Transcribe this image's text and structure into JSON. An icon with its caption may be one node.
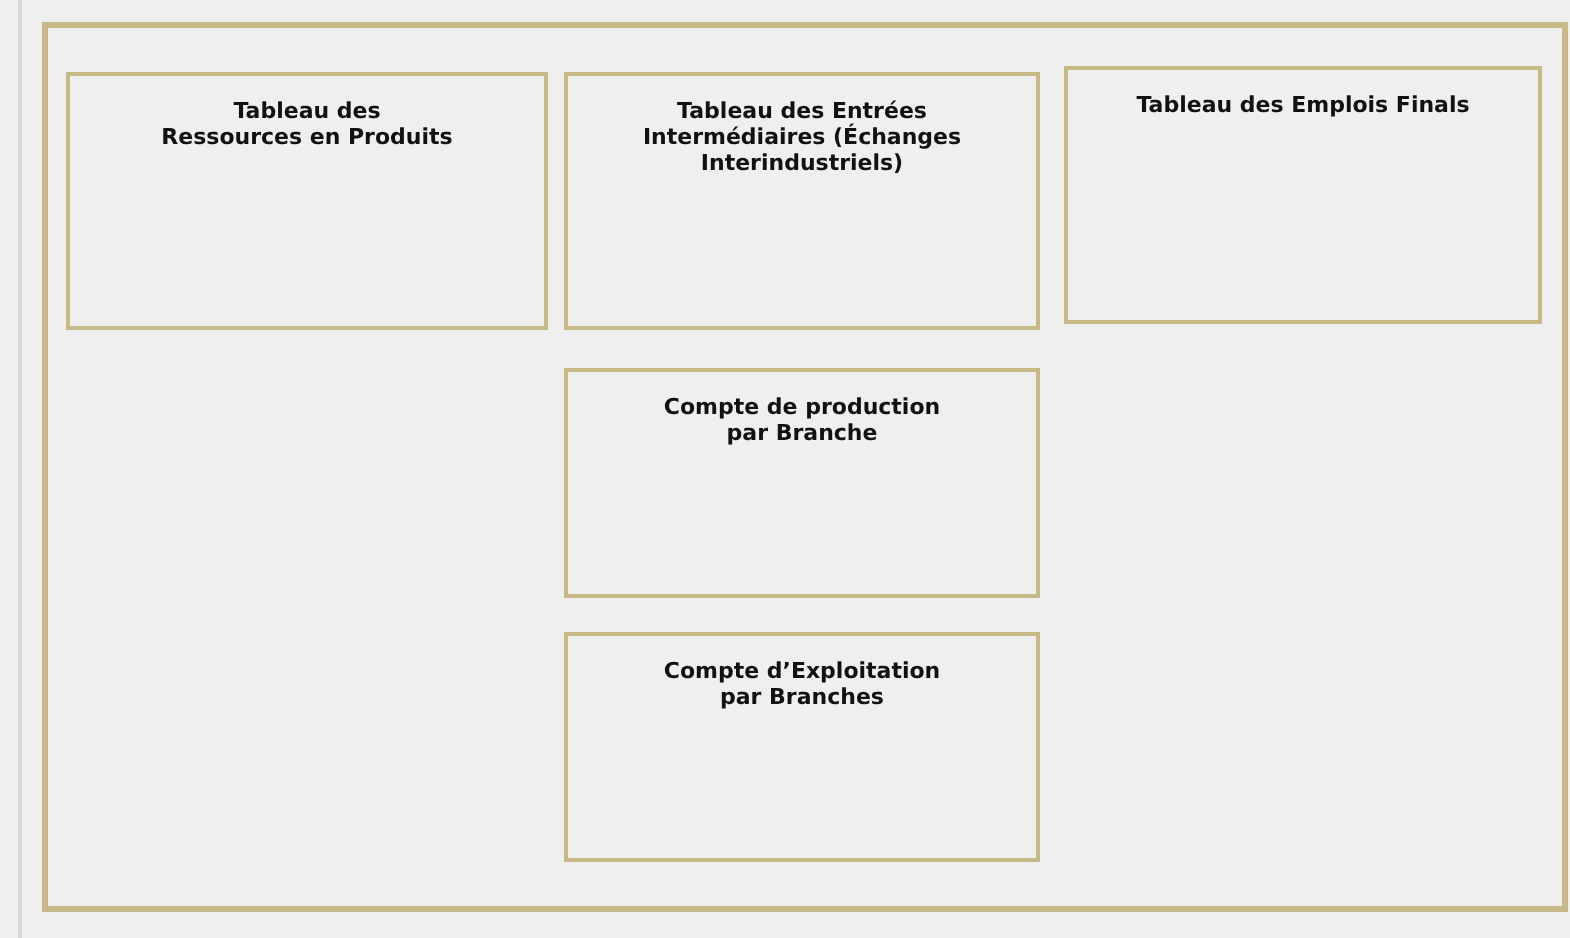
{
  "diagram": {
    "nodes": [
      {
        "text": [],
        "shape": "box"
      },
      {
        "text": [
          "Tableau des Ressources en Produits"
        ],
        "in": 0
      },
      {
        "text": [
          "Tableau des Entrées Intermédiaires (Échanges Interindustriels)"
        ],
        "in": 0
      },
      {
        "text": [
          "Tableau des Emplois Finals"
        ],
        "in": 0
      },
      {
        "text": [
          "Compte de production par Branche"
        ],
        "in": 0
      },
      {
        "text": [
          "Compte d’Exploitation par Branches"
        ],
        "in": 0
      }
    ]
  }
}
